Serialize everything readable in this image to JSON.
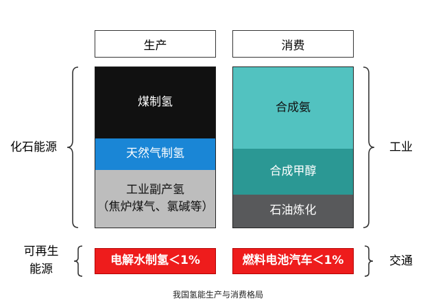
{
  "headers": {
    "production": "生产",
    "consumption": "消费"
  },
  "production_blocks": {
    "coal": "煤制氢",
    "natural_gas": "天然气制氢",
    "byproduct_line1": "工业副产氢",
    "byproduct_line2": "（焦炉煤气、氯碱等）",
    "electrolysis": "电解水制氢＜1%"
  },
  "consumption_blocks": {
    "ammonia": "合成氨",
    "methanol": "合成甲醇",
    "refining": "石油炼化",
    "fuel_cell": "燃料电池汽车＜1%"
  },
  "side_labels": {
    "fossil": "化石能源",
    "renewable_line1": "可再生",
    "renewable_line2": "能源",
    "industry": "工业",
    "transport": "交通"
  },
  "caption": "我国氢能生产与消费格局",
  "colors": {
    "coal": "#111111",
    "natural_gas": "#1a86d6",
    "byproduct": "#bdbdbd",
    "ammonia": "#52c2c0",
    "methanol": "#2b9894",
    "refining": "#58595b",
    "red": "#ee1c1c"
  }
}
